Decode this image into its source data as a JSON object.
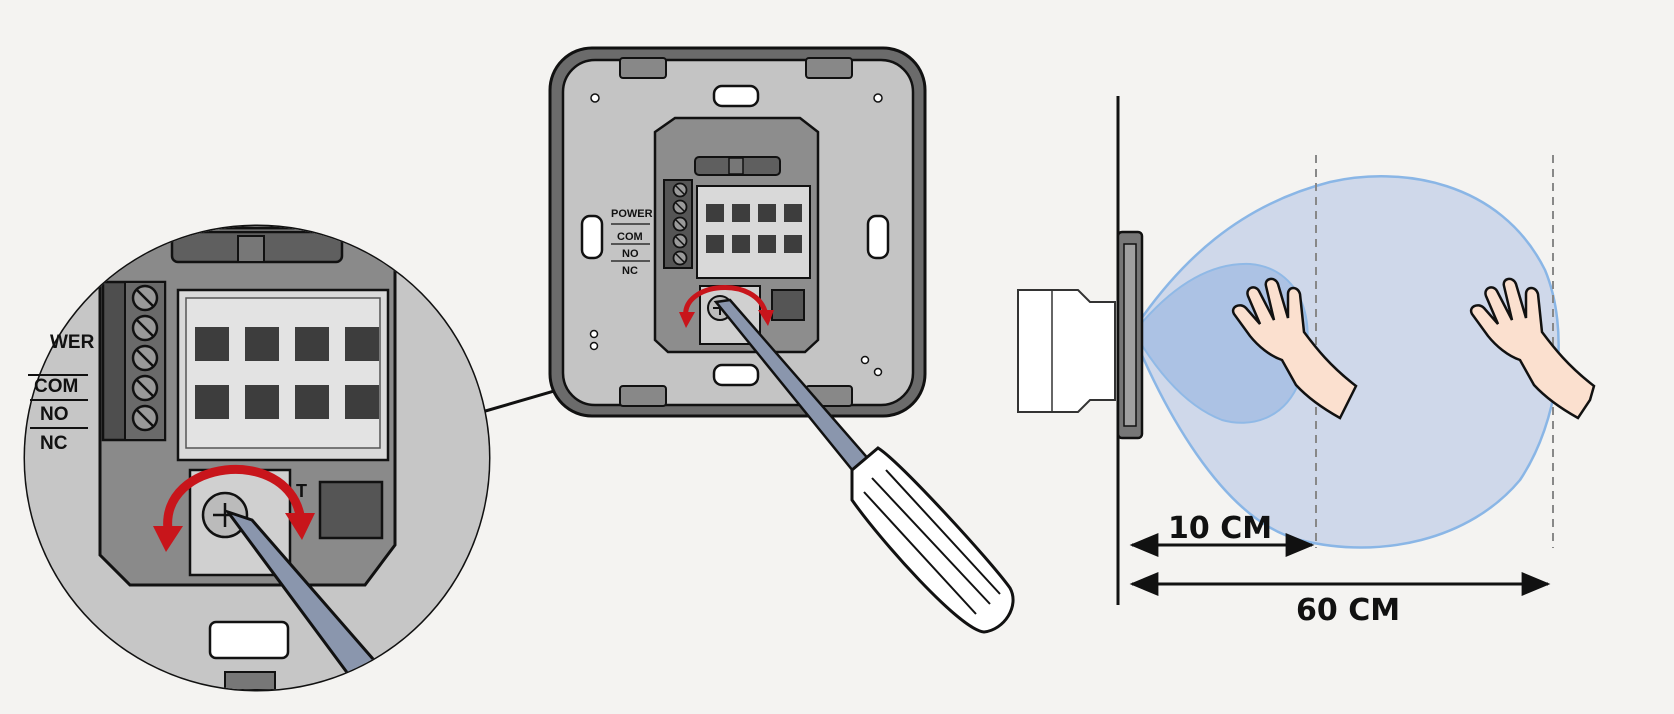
{
  "device": {
    "labels": {
      "power": "POWER",
      "com": "COM",
      "no": "NO",
      "nc": "NC"
    },
    "terminal_count": 5,
    "relay_pad_rows": 2,
    "relay_pad_cols": 4
  },
  "zoom": {
    "labels": {
      "power": "WER",
      "com": "COM",
      "no": "NO",
      "nc": "NC"
    },
    "adjust_mark": "T"
  },
  "detection": {
    "near_label": "10 CM",
    "far_label": "60 CM",
    "near_cm": 10,
    "far_cm": 60
  },
  "colors": {
    "housing": "#6b6b6b",
    "plate": "#c4c4c4",
    "inner": "#8d8d8d",
    "pad": "#3d3d3d",
    "arrow": "#c8151b",
    "tool_blade": "#8a96ad",
    "beam_fill": "#cfd8ea",
    "beam_stroke": "#8ab6e6",
    "beam_near": "#a9c0e4",
    "skin": "#fbe0cf"
  }
}
